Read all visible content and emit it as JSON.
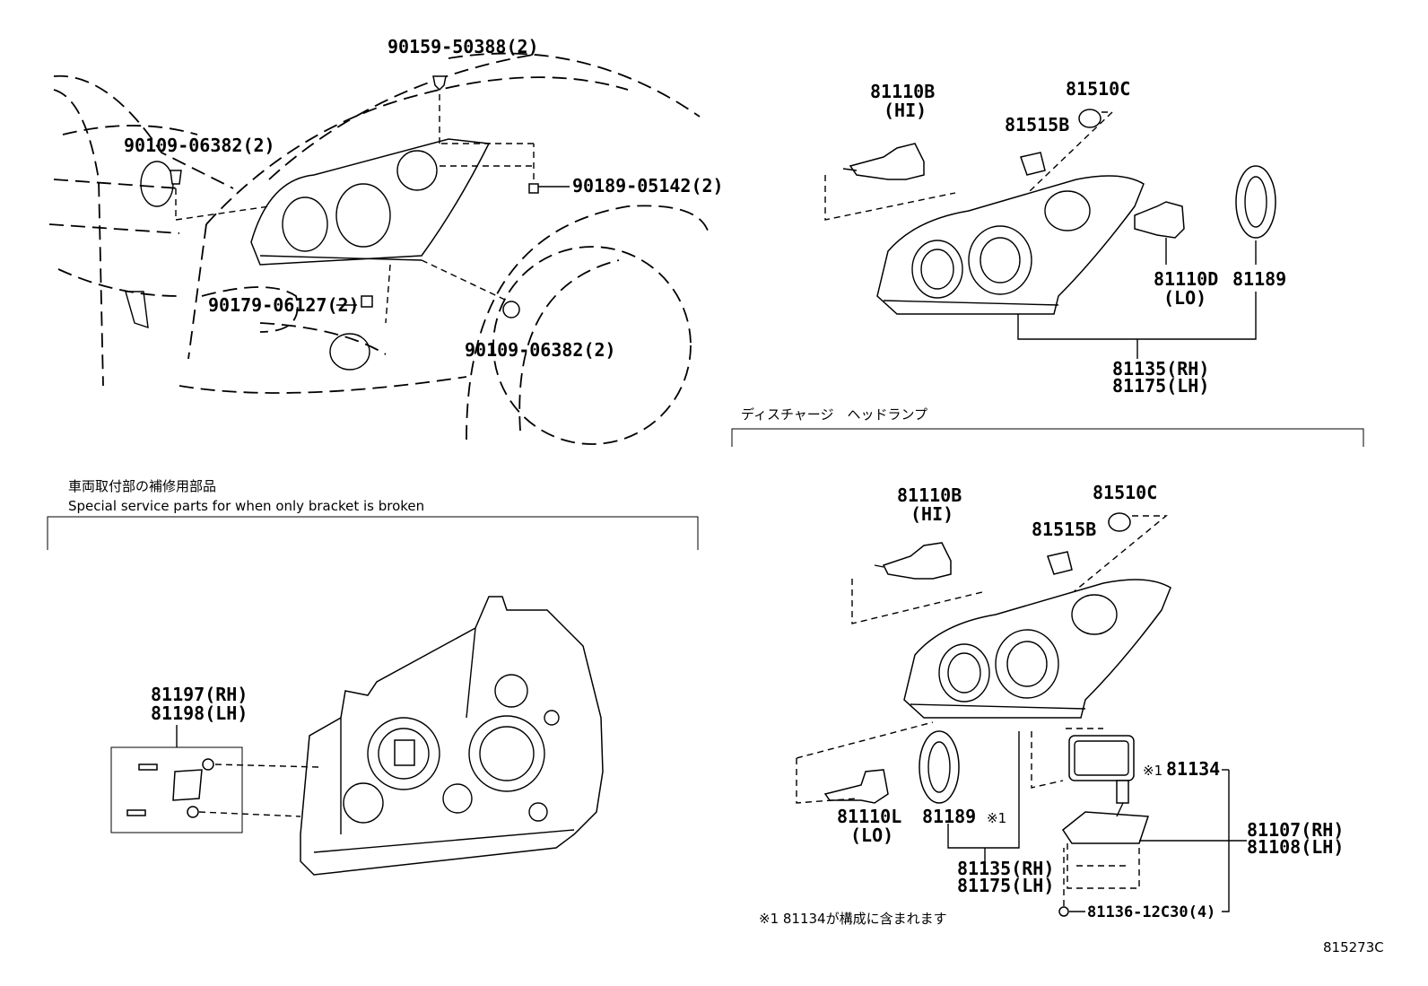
{
  "top_left": {
    "label_1": "90159-50388(2)",
    "label_2": "90109-06382(2)",
    "label_3": "90189-05142(2)",
    "label_4": "90179-06127(2)",
    "label_5": "90109-06382(2)"
  },
  "top_right": {
    "bulb_hi": "81110B",
    "bulb_hi_sub": "(HI)",
    "bulb_small": "81510C",
    "socket": "81515B",
    "bulb_lo": "81110D",
    "bulb_lo_sub": "(LO)",
    "cover": "81189",
    "assembly_rh": "81135(RH)",
    "assembly_lh": "81175(LH)"
  },
  "discharge_title": "ディスチャージ　ヘッドランプ",
  "bracket": {
    "title_jp": "車両取付部の補修用部品",
    "title_en": "Special service parts for when only bracket is broken",
    "kit_rh": "81197(RH)",
    "kit_lh": "81198(LH)"
  },
  "bottom_right": {
    "bulb_hi": "81110B",
    "bulb_hi_sub": "(HI)",
    "bulb_small": "81510C",
    "socket": "81515B",
    "bulb_lo": "81110L",
    "bulb_lo_sub": "(LO)",
    "cover": "81189",
    "cover_mark": "※1",
    "gasket": "81134",
    "gasket_mark": "※1",
    "assembly_rh": "81135(RH)",
    "assembly_lh": "81175(LH)",
    "ballast_rh": "81107(RH)",
    "ballast_lh": "81108(LH)",
    "screw": "81136-12C30(4)",
    "footnote": "※1 81134が構成に含まれます"
  },
  "diagram_code": "815273C"
}
